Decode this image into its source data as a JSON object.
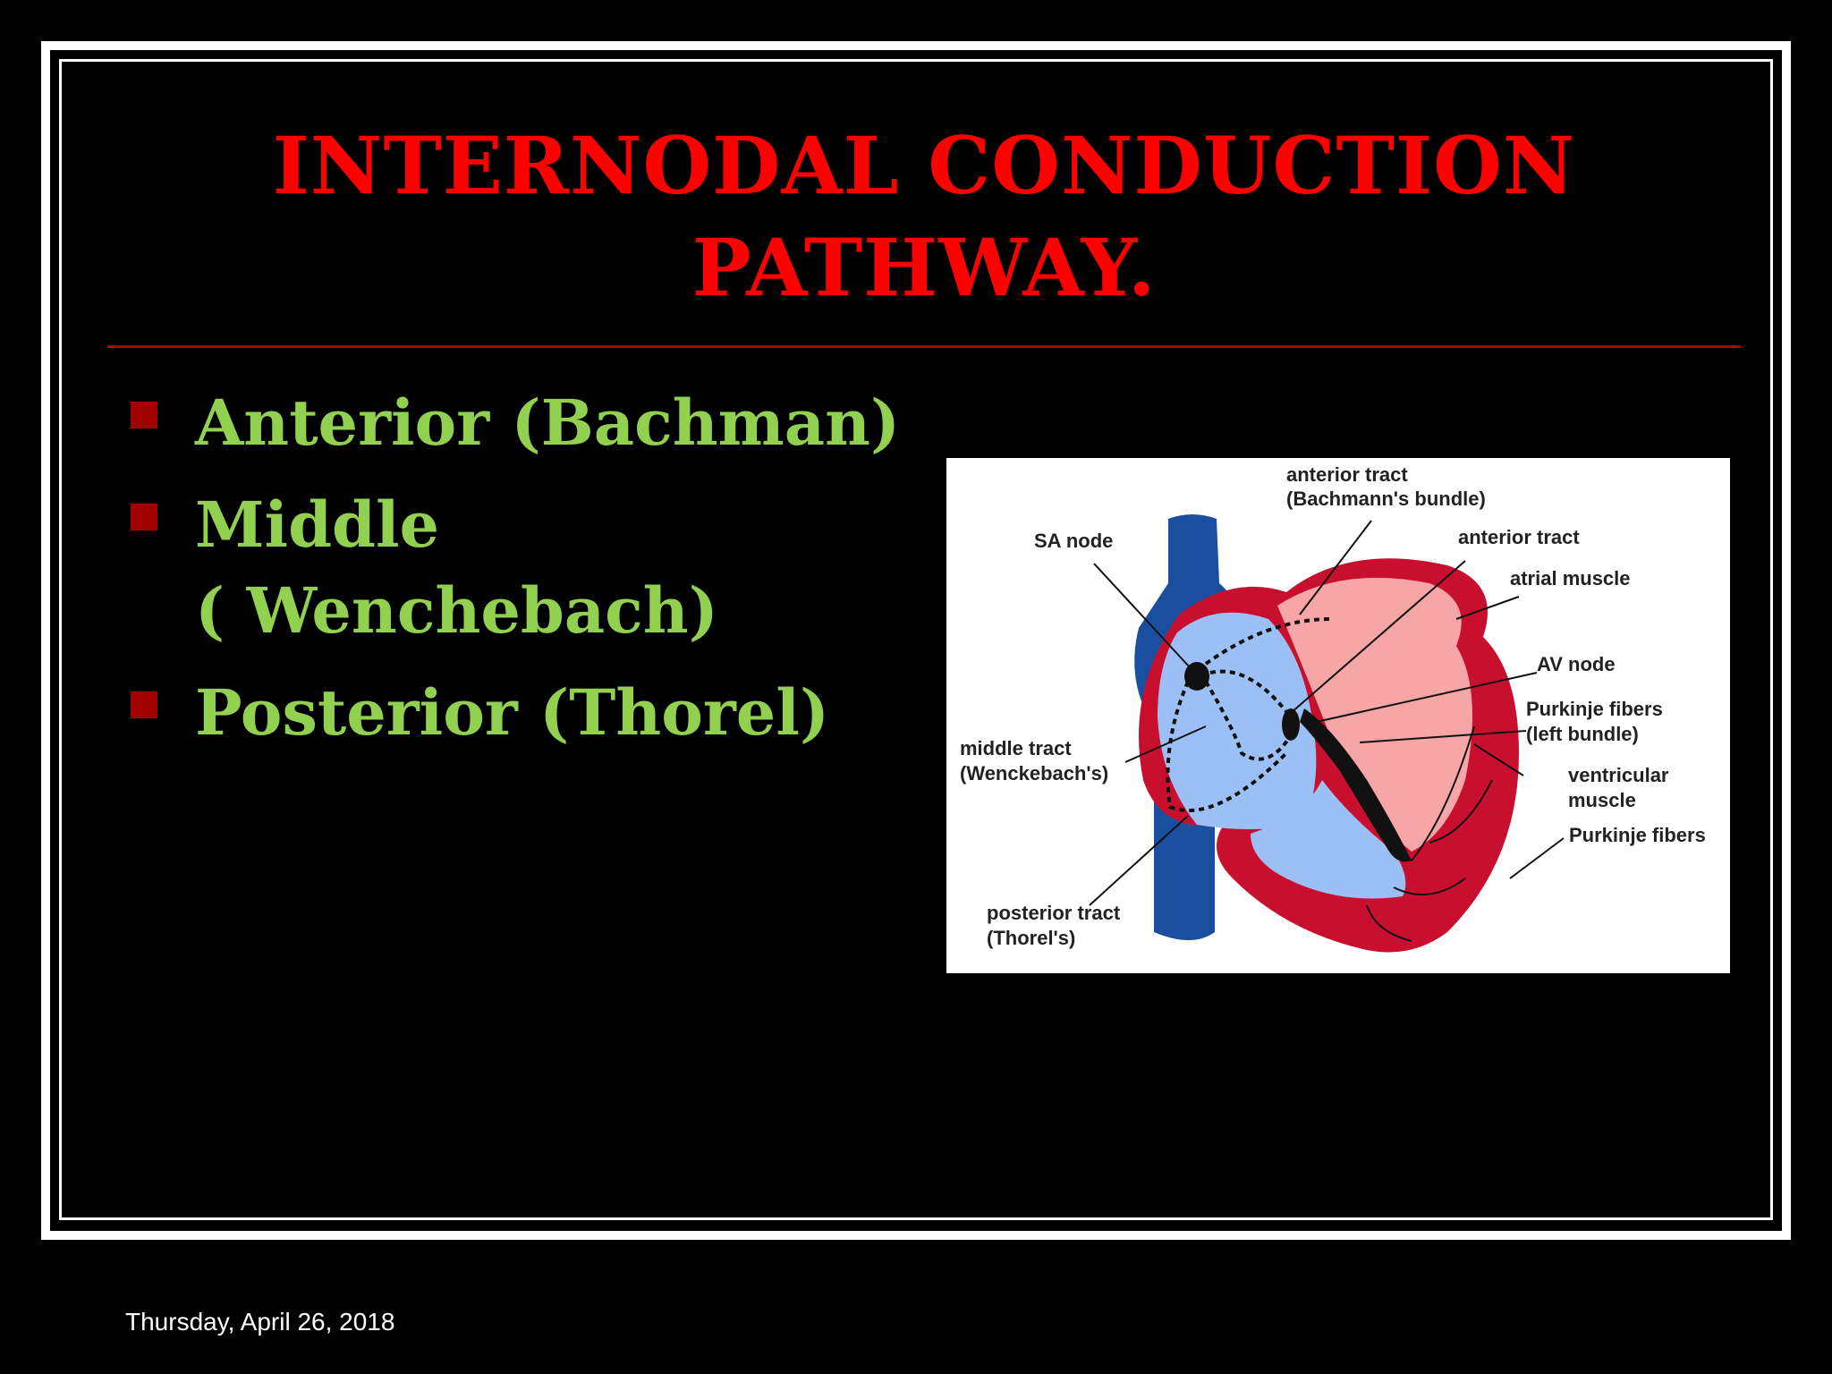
{
  "slide": {
    "title_line1": "INTERNODAL CONDUCTION",
    "title_line2": "PATHWAY.",
    "bullets": [
      {
        "line1": "Anterior (Bachman)",
        "line2": ""
      },
      {
        "line1": "Middle",
        "line2": "( Wenchebach)"
      },
      {
        "line1": "Posterior (Thorel)",
        "line2": ""
      }
    ],
    "footer_date": "Thursday, April 26, 2018"
  },
  "diagram": {
    "labels": {
      "anterior_tract_bundle_1": "anterior tract",
      "anterior_tract_bundle_2": "(Bachmann's bundle)",
      "sa_node": "SA node",
      "anterior_tract": "anterior tract",
      "atrial_muscle": "atrial muscle",
      "av_node": "AV node",
      "purkinje_left_1": "Purkinje fibers",
      "purkinje_left_2": "(left bundle)",
      "middle_tract_1": "middle tract",
      "middle_tract_2": "(Wenckebach's)",
      "ventricular_muscle_1": "ventricular",
      "ventricular_muscle_2": "muscle",
      "purkinje_fibers": "Purkinje fibers",
      "posterior_tract_1": "posterior tract",
      "posterior_tract_2": "(Thorel's)"
    }
  },
  "colors": {
    "title": "#ff0000",
    "bullet_text": "#92d050",
    "bullet_marker": "#a00000",
    "rule": "#b00000",
    "vein_blue": "#1a4fa0",
    "atrium_light_blue": "#9cc0f5",
    "muscle_red": "#c8102e",
    "chamber_pink": "#f6a6a6"
  }
}
